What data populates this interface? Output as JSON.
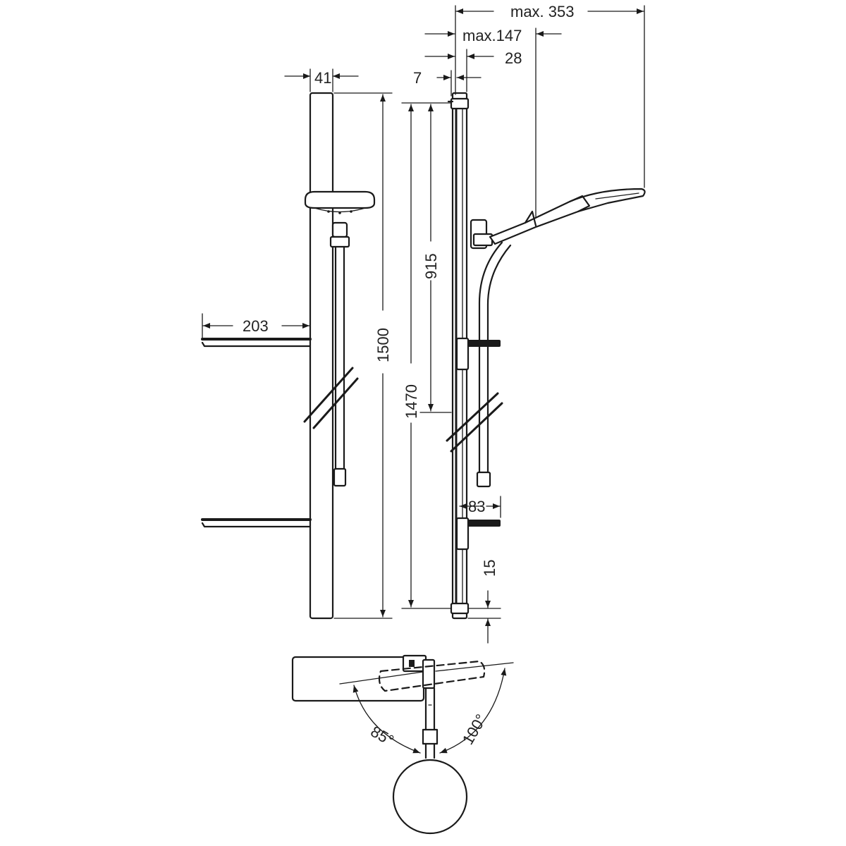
{
  "dimensions": {
    "max_353": "max. 353",
    "max_147": "max.147",
    "d28": "28",
    "d7": "7",
    "d41": "41",
    "d203": "203",
    "d1500": "1500",
    "d915": "915",
    "d1470": "1470",
    "d83": "83",
    "d15": "15",
    "angle_85": "85°",
    "angle_100": "100°"
  }
}
